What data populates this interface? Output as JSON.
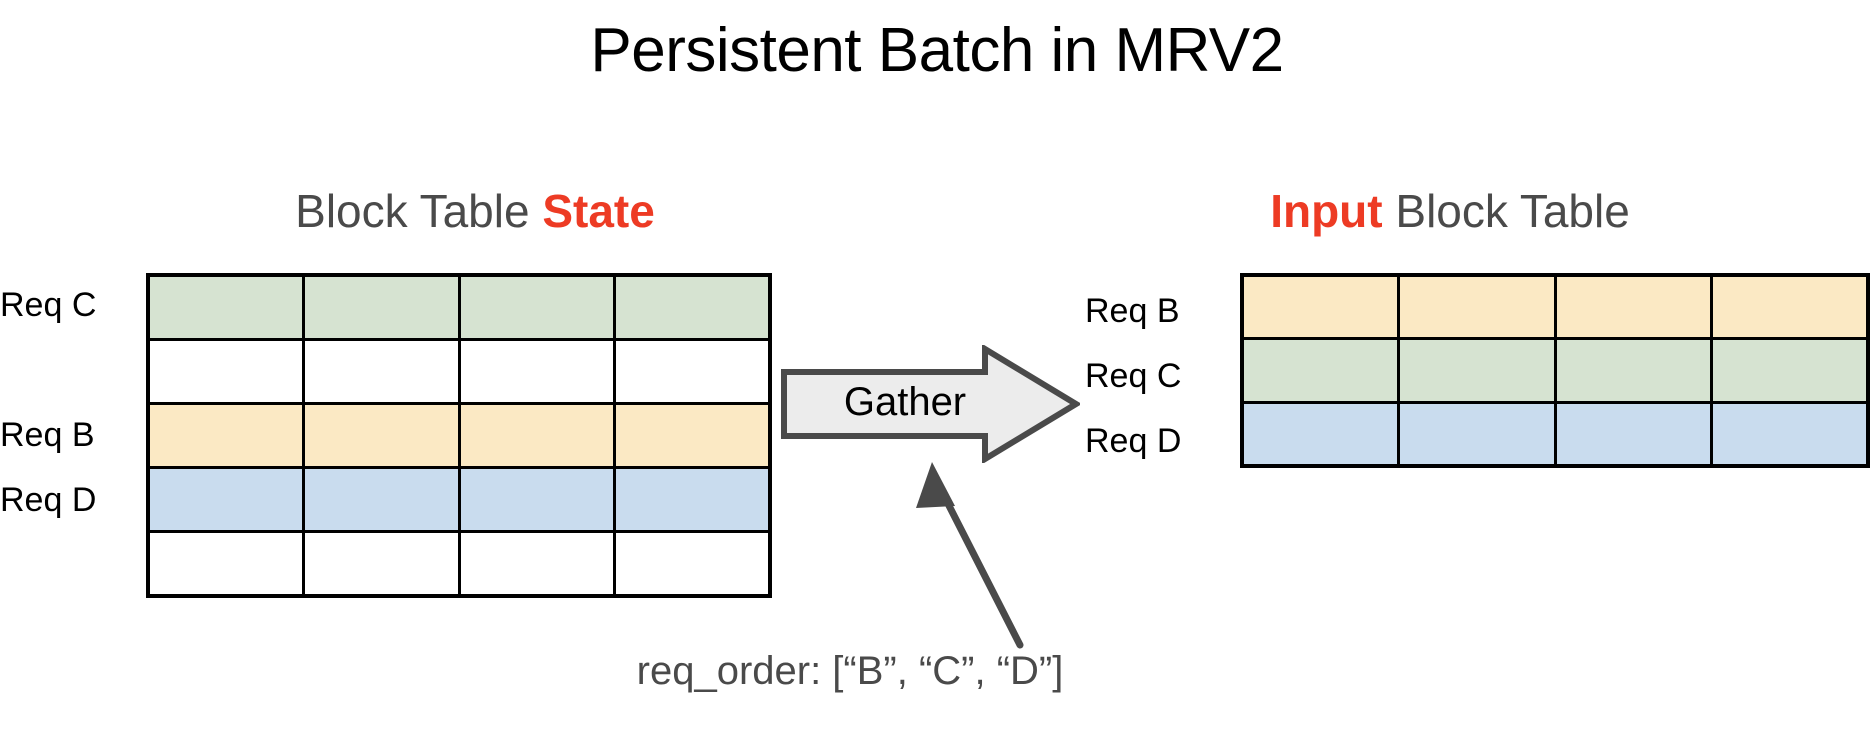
{
  "title": "Persistent Batch in MRV2",
  "headings": {
    "left": {
      "plain_prefix": "Block Table ",
      "accent": "State",
      "plain_suffix": ""
    },
    "right": {
      "accent": "Input",
      "plain_suffix": " Block Table"
    }
  },
  "colors": {
    "accent_red": "#ED3B24",
    "heading_gray": "#4A4A4A",
    "cell_green": "#D6E3D1",
    "cell_yellow": "#FBE9C4",
    "cell_blue": "#C9DCEE",
    "cell_white": "#FFFFFF",
    "border_black": "#000000",
    "arrow_fill": "#ECECEC",
    "arrow_stroke": "#4A4A4A"
  },
  "state_table": {
    "columns": 4,
    "rows": [
      {
        "label": "Req C",
        "color": "green",
        "show_label": true
      },
      {
        "label": "",
        "color": "white",
        "show_label": false
      },
      {
        "label": "Req B",
        "color": "yellow",
        "show_label": true
      },
      {
        "label": "Req D",
        "color": "blue",
        "show_label": true
      },
      {
        "label": "",
        "color": "white",
        "show_label": false
      }
    ]
  },
  "input_table": {
    "columns": 4,
    "rows": [
      {
        "label": "Req B",
        "color": "yellow",
        "show_label": true
      },
      {
        "label": "Req C",
        "color": "green",
        "show_label": true
      },
      {
        "label": "Req D",
        "color": "blue",
        "show_label": true
      }
    ]
  },
  "gather": {
    "label": "Gather"
  },
  "caption": {
    "text": "req_order: [“B”, “C”, “D”]"
  }
}
